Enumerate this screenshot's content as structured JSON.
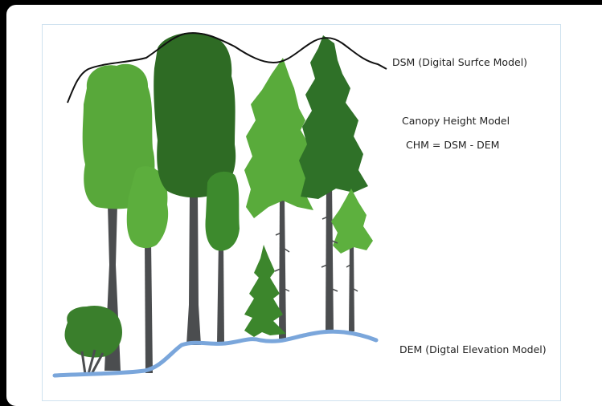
{
  "labels": {
    "dsm": "DSM (Digital Surfce Model)",
    "chm_title": "Canopy Height Model",
    "chm_formula": "CHM = DSM - DEM",
    "dem": "DEM (Digtal Elevation Model)"
  },
  "colors": {
    "background": "#000000",
    "card": "#ffffff",
    "frame_border": "#cfe2ef",
    "light_green": "#58a83a",
    "dark_green": "#2f6e25",
    "mid_green": "#3f8a2e",
    "trunk": "#4a4a4a",
    "dsm_line": "#111111",
    "dem_line": "#7aa6db"
  }
}
